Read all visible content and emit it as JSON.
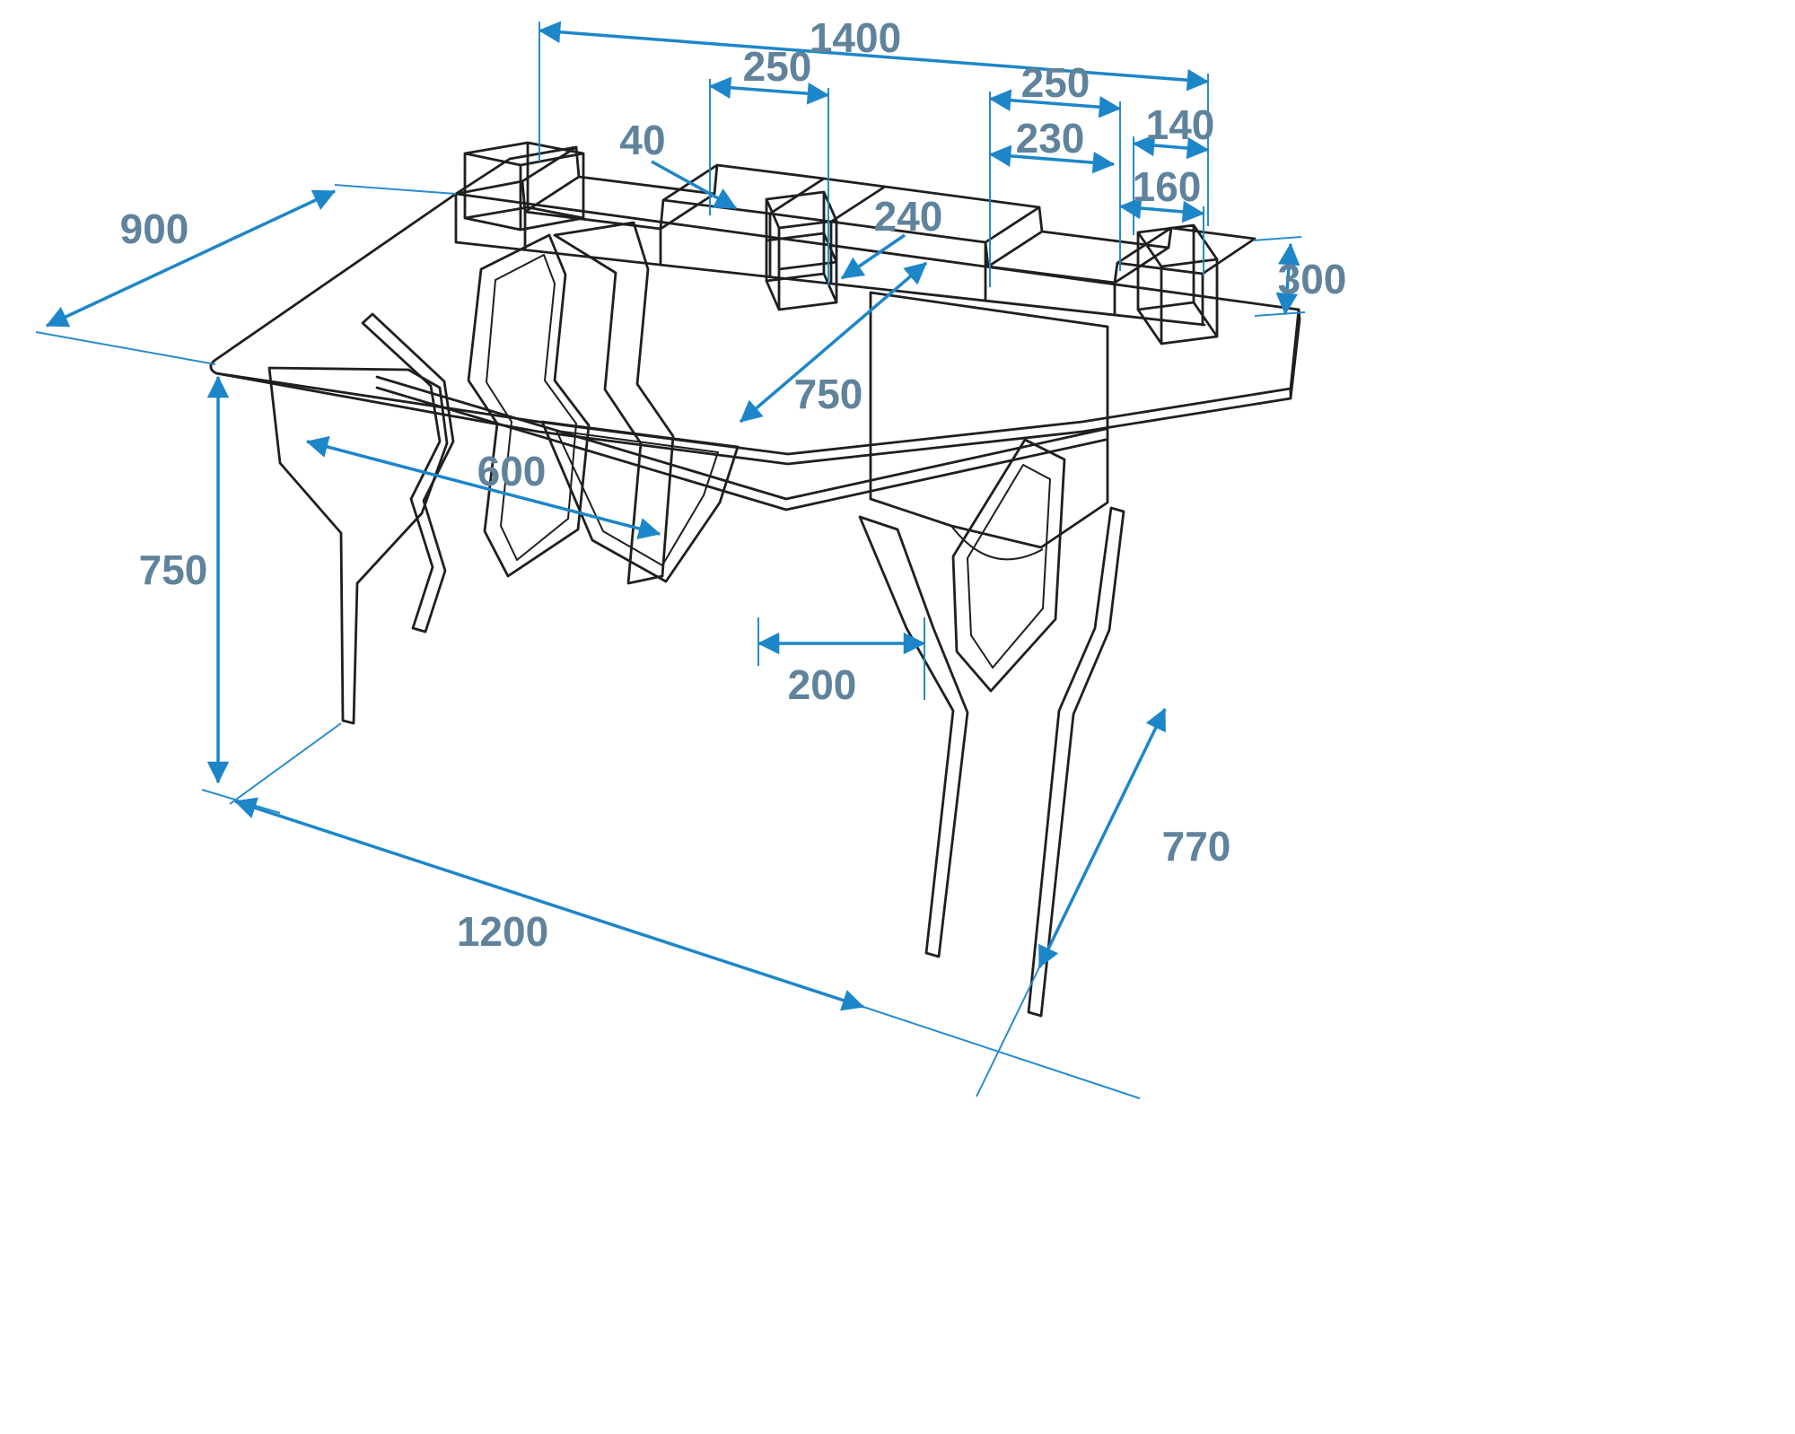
{
  "drawing": {
    "type": "technical-dimension-drawing",
    "subject": "wireframe gaming desk with riser shelf, monitor stands and angular legs",
    "units_hint": "mm",
    "colors": {
      "outline": "#1f1f1f",
      "dimension_line": "#1d86c8",
      "label_text": "#60839c",
      "background": "#ffffff"
    }
  },
  "dims": [
    {
      "name": "overall-width",
      "value": "1400"
    },
    {
      "name": "shelf-left-opening",
      "value": "250"
    },
    {
      "name": "shelf-right-section",
      "value": "250"
    },
    {
      "name": "shelf-right-inner",
      "value": "230"
    },
    {
      "name": "right-stand-width",
      "value": "140"
    },
    {
      "name": "right-stand-depth",
      "value": "160"
    },
    {
      "name": "shelf-lip",
      "value": "40"
    },
    {
      "name": "center-stand-width",
      "value": "240"
    },
    {
      "name": "riser-height",
      "value": "300"
    },
    {
      "name": "desk-depth",
      "value": "900"
    },
    {
      "name": "clear-depth",
      "value": "750"
    },
    {
      "name": "leg-opening-width",
      "value": "600"
    },
    {
      "name": "desk-height",
      "value": "750"
    },
    {
      "name": "leg-gap",
      "value": "200"
    },
    {
      "name": "base-width",
      "value": "1200"
    },
    {
      "name": "leg-span-depth",
      "value": "770"
    }
  ]
}
